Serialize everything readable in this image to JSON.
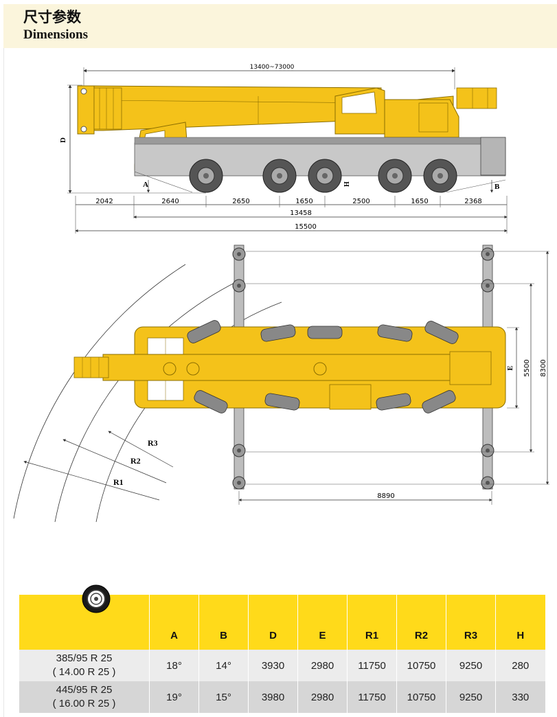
{
  "header": {
    "title_cn": "尺寸参数",
    "title_en": "Dimensions"
  },
  "side_view": {
    "boom_length": "13400~73000",
    "dims": [
      "2042",
      "2640",
      "2650",
      "1650",
      "2500",
      "1650",
      "2368"
    ],
    "wheelbase_total": "13458",
    "overall_length": "15500",
    "labels": {
      "a": "A",
      "b": "B",
      "d": "D",
      "h": "H"
    }
  },
  "top_view": {
    "outrigger_length": "8890",
    "width_inner": "5500",
    "width_outer": "8300",
    "labels": {
      "e": "E",
      "r1": "R1",
      "r2": "R2",
      "r3": "R3"
    }
  },
  "table": {
    "tire_icon": "tire-icon",
    "headers": [
      "A",
      "B",
      "D",
      "E",
      "R1",
      "R2",
      "R3",
      "H"
    ],
    "rows": [
      {
        "tire_line1": "385/95 R 25",
        "tire_line2": "( 14.00 R 25 )",
        "values": [
          "18°",
          "14°",
          "3930",
          "2980",
          "11750",
          "10750",
          "9250",
          "280"
        ]
      },
      {
        "tire_line1": "445/95 R 25",
        "tire_line2": "( 16.00 R 25 )",
        "values": [
          "19°",
          "15°",
          "3980",
          "2980",
          "11750",
          "10750",
          "9250",
          "330"
        ]
      }
    ]
  },
  "colors": {
    "crane_yellow": "#f4c21a",
    "header_yellow": "#ffda1a",
    "header_band": "#fbf5dc"
  }
}
